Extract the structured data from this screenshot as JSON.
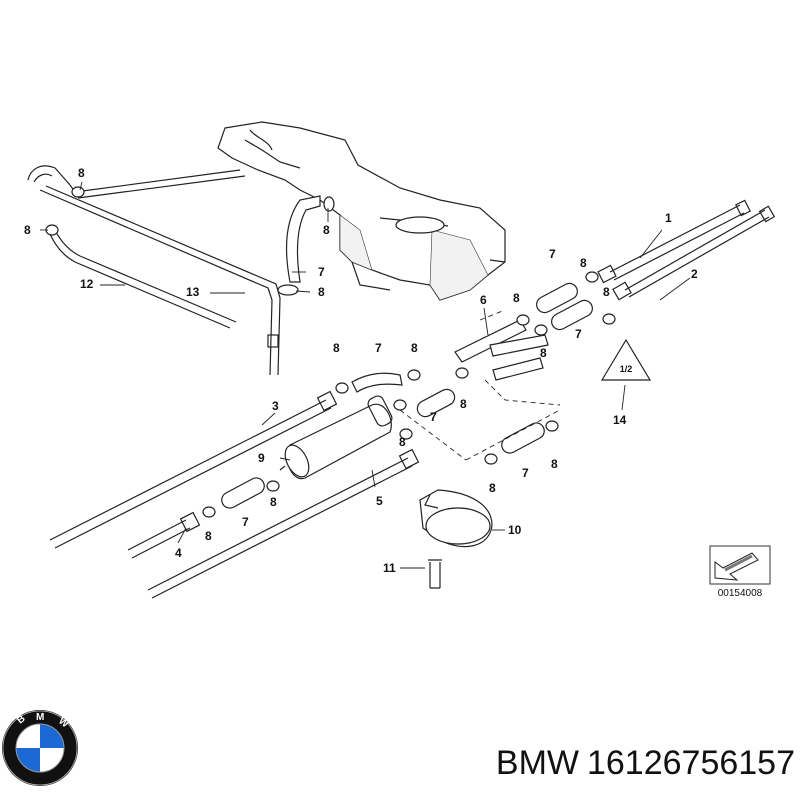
{
  "diagram": {
    "callouts": [
      {
        "id": "c1",
        "label": "1"
      },
      {
        "id": "c2",
        "label": "2"
      },
      {
        "id": "c3",
        "label": "3"
      },
      {
        "id": "c4",
        "label": "4"
      },
      {
        "id": "c5",
        "label": "5"
      },
      {
        "id": "c6",
        "label": "6"
      },
      {
        "id": "c7a",
        "label": "7"
      },
      {
        "id": "c7b",
        "label": "7"
      },
      {
        "id": "c7c",
        "label": "7"
      },
      {
        "id": "c7d",
        "label": "7"
      },
      {
        "id": "c7e",
        "label": "7"
      },
      {
        "id": "c7f",
        "label": "7"
      },
      {
        "id": "c7g",
        "label": "7"
      },
      {
        "id": "c8a",
        "label": "8"
      },
      {
        "id": "c8b",
        "label": "8"
      },
      {
        "id": "c8c",
        "label": "8"
      },
      {
        "id": "c8d",
        "label": "8"
      },
      {
        "id": "c8e",
        "label": "8"
      },
      {
        "id": "c8f",
        "label": "8"
      },
      {
        "id": "c8g",
        "label": "8"
      },
      {
        "id": "c8h",
        "label": "8"
      },
      {
        "id": "c8i",
        "label": "8"
      },
      {
        "id": "c8j",
        "label": "8"
      },
      {
        "id": "c8k",
        "label": "8"
      },
      {
        "id": "c8l",
        "label": "8"
      },
      {
        "id": "c8m",
        "label": "8"
      },
      {
        "id": "c8n",
        "label": "8"
      },
      {
        "id": "c8o",
        "label": "8"
      },
      {
        "id": "c8p",
        "label": "8"
      },
      {
        "id": "c9",
        "label": "9"
      },
      {
        "id": "c10",
        "label": "10"
      },
      {
        "id": "c11",
        "label": "11"
      },
      {
        "id": "c12",
        "label": "12"
      },
      {
        "id": "c13",
        "label": "13"
      },
      {
        "id": "c14",
        "label": "14"
      }
    ],
    "symbol_badge": "1/2",
    "diagram_code": "00154008"
  },
  "footer": {
    "brand": "BMW",
    "part_number": "16126756157"
  },
  "colors": {
    "logo_blue": "#1c69d4",
    "logo_black": "#111111",
    "logo_white": "#ffffff"
  }
}
